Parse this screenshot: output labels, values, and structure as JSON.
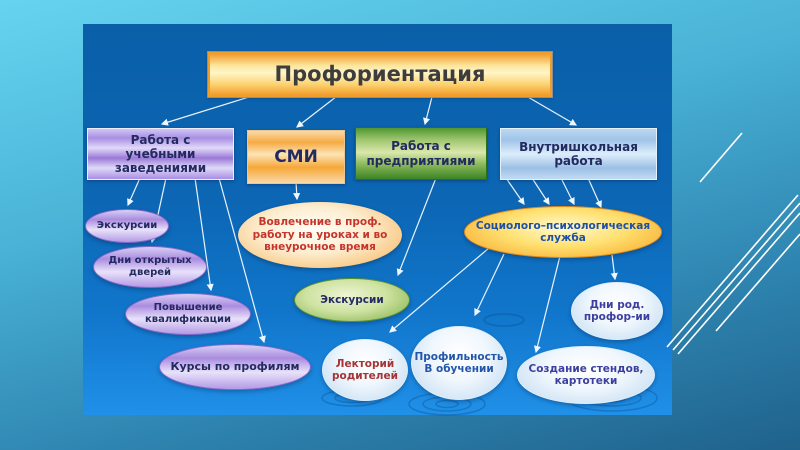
{
  "palette": {
    "background_top": "#66d4f0",
    "background_bottom": "#1f628c",
    "panel_top": "#0a5fa8",
    "panel_bottom": "#2090e8",
    "title_gold": "#ffe070",
    "branch_purple": "#9a7ad8",
    "branch_orange": "#f5a838",
    "branch_green": "#4f9630",
    "branch_light_blue": "#a0c4e8",
    "leaf_light_blue": "#bdd8f0",
    "connector_line": "#e9f3fd",
    "red_text": "#c5352c",
    "blue_text": "#1d4fa8",
    "navy_text": "#232a60"
  },
  "diagram": {
    "title": "Профориентация",
    "branches": {
      "education": {
        "label": "Работа с учебными заведениями"
      },
      "media": {
        "label": "СМИ"
      },
      "enterprises": {
        "label": "Работа с предприятиями"
      },
      "school": {
        "label": "Внутришкольная работа"
      }
    },
    "leaves": {
      "excursions_edu": "Экскурсии",
      "open_days": "Дни открытых дверей",
      "qualification": "Повышение квалификации",
      "profile_courses": "Курсы по профилям",
      "involvement": "Вовлечение в проф. работу на уроках и во внеурочное время",
      "excursions_ent": "Экскурсии",
      "socio_service": "Социолого–психологическая служба",
      "parent_lectures": "Лекторий родителей",
      "profile_education": "Профильность В обучении",
      "parent_career_days": "Дни род. профор-ии",
      "stands": "Создание стендов, картотеки"
    }
  }
}
